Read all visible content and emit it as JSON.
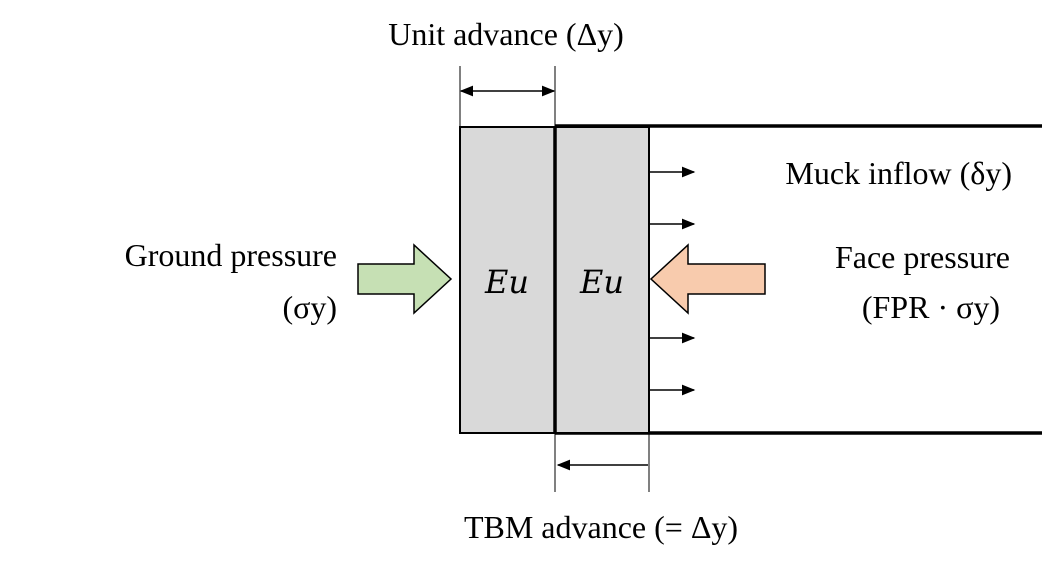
{
  "labels": {
    "unit_advance": "Unit advance (Δy)",
    "muck_inflow": "Muck inflow (δy)",
    "ground_pressure_line1": "Ground pressure",
    "ground_pressure_line2": "(σy)",
    "face_pressure_line1": "Face pressure",
    "face_pressure_line2": "(FPR · σy)",
    "tbm_advance": "TBM advance (= Δy)",
    "element_left": "Eu",
    "element_right": "Eu"
  },
  "colors": {
    "ground_arrow_fill": "#c6e0b4",
    "ground_arrow_stroke": "#000000",
    "face_arrow_fill": "#f8cbad",
    "face_arrow_stroke": "#000000",
    "element_fill": "#d9d9d9",
    "line": "#000000"
  }
}
